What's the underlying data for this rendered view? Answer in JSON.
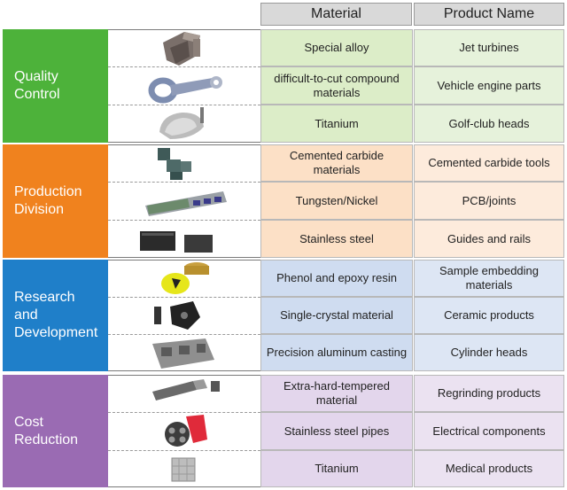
{
  "headers": {
    "material": "Material",
    "product": "Product Name"
  },
  "colors": {
    "quality": {
      "label": "#4db23a",
      "material": "#dcedc8",
      "product": "#e6f2db"
    },
    "production": {
      "label": "#f0821e",
      "material": "#fce0c6",
      "product": "#fdebdc"
    },
    "research": {
      "label": "#1f7fc9",
      "material": "#cfdcf0",
      "product": "#dde6f4"
    },
    "cost": {
      "label": "#9a6bb3",
      "material": "#e3d6ec",
      "product": "#ebe2f1"
    }
  },
  "sections": {
    "quality": {
      "label": "Quality\nControl",
      "rows": [
        {
          "material": "Special alloy",
          "product": "Jet turbines",
          "image": "turbine-blade-image"
        },
        {
          "material": "difficult-to-cut compound materials",
          "product": "Vehicle engine parts",
          "image": "connecting-rod-image"
        },
        {
          "material": "Titanium",
          "product": "Golf-club heads",
          "image": "golf-club-head-image"
        }
      ]
    },
    "production": {
      "label": "Production\nDivision",
      "rows": [
        {
          "material": "Cemented carbide materials",
          "product": "Cemented carbide tools",
          "image": "carbide-tools-image"
        },
        {
          "material": "Tungsten/Nickel",
          "product": "PCB/joints",
          "image": "pcb-board-image"
        },
        {
          "material": "Stainless steel",
          "product": "Guides and rails",
          "image": "steel-guides-image"
        }
      ]
    },
    "research": {
      "label": "Research\nand\nDevelopment",
      "rows": [
        {
          "material": "Phenol and epoxy resin",
          "product": "Sample embedding materials",
          "image": "resin-mount-image"
        },
        {
          "material": "Single-crystal material",
          "product": "Ceramic products",
          "image": "ceramic-parts-image"
        },
        {
          "material": "Precision aluminum casting",
          "product": "Cylinder heads",
          "image": "cylinder-head-image"
        }
      ]
    },
    "cost": {
      "label": "Cost\nReduction",
      "rows": [
        {
          "material": "Extra-hard-tempered material",
          "product": "Regrinding products",
          "image": "end-mill-image"
        },
        {
          "material": "Stainless steel pipes",
          "product": "Electrical components",
          "image": "pipe-bundle-image"
        },
        {
          "material": "Titanium",
          "product": "Medical products",
          "image": "titanium-block-image"
        }
      ]
    }
  }
}
